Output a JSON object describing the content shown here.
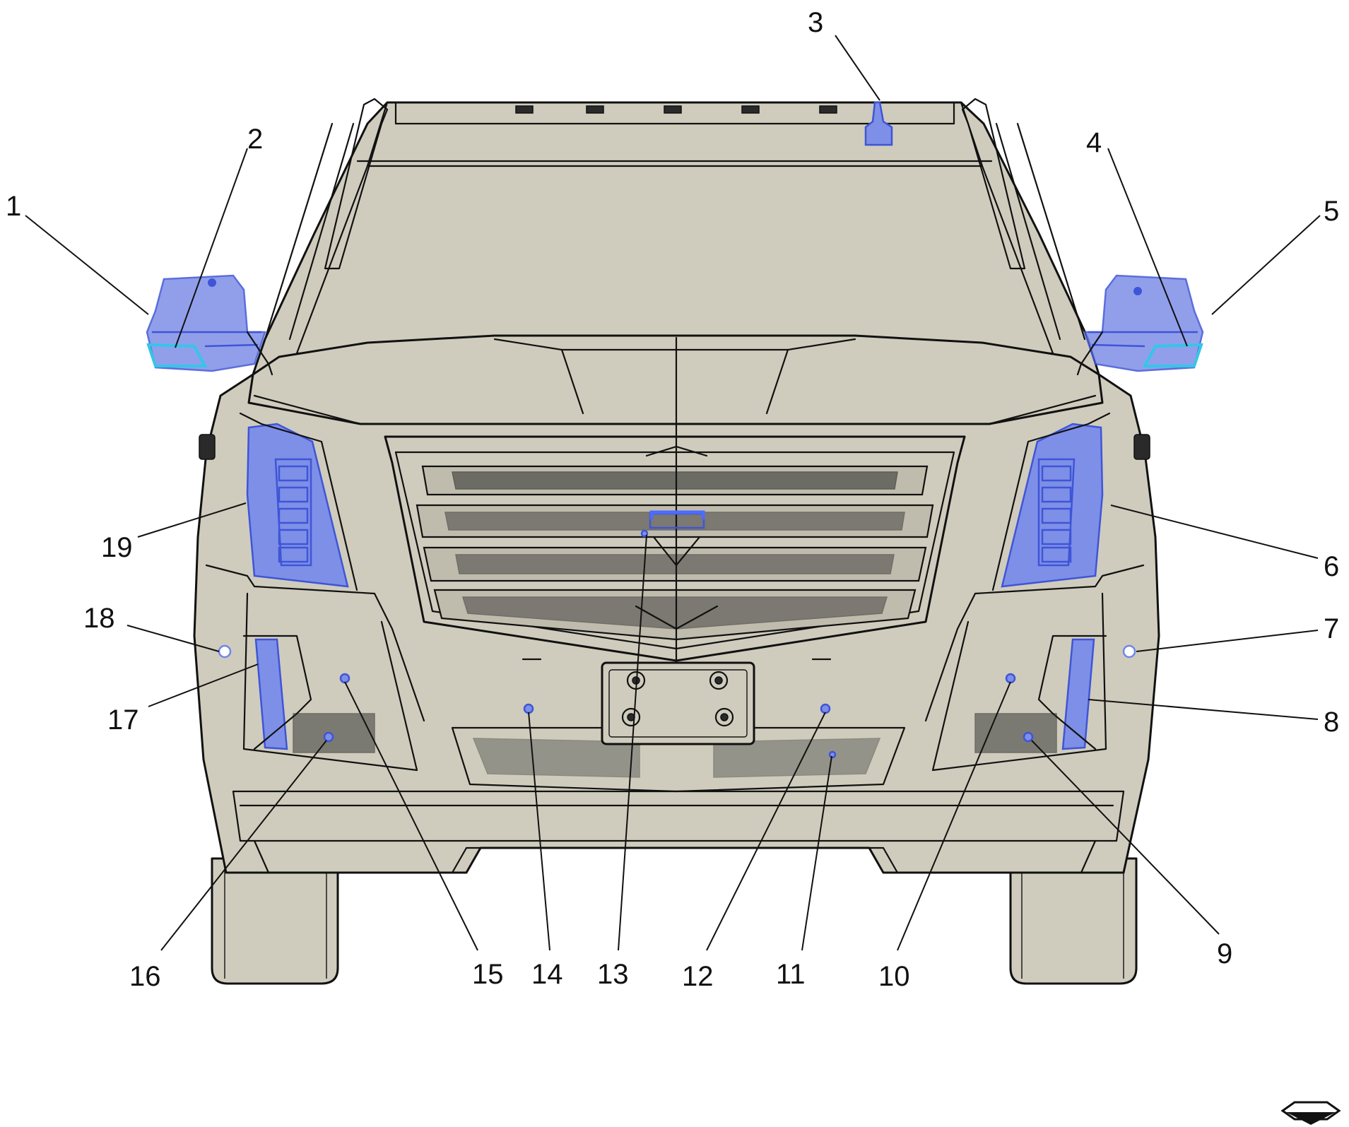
{
  "callouts": [
    {
      "id": "1",
      "label": "1"
    },
    {
      "id": "2",
      "label": "2"
    },
    {
      "id": "3",
      "label": "3"
    },
    {
      "id": "4",
      "label": "4"
    },
    {
      "id": "5",
      "label": "5"
    },
    {
      "id": "6",
      "label": "6"
    },
    {
      "id": "7",
      "label": "7"
    },
    {
      "id": "8",
      "label": "8"
    },
    {
      "id": "9",
      "label": "9"
    },
    {
      "id": "10",
      "label": "10"
    },
    {
      "id": "11",
      "label": "11"
    },
    {
      "id": "12",
      "label": "12"
    },
    {
      "id": "13",
      "label": "13"
    },
    {
      "id": "14",
      "label": "14"
    },
    {
      "id": "15",
      "label": "15"
    },
    {
      "id": "16",
      "label": "16"
    },
    {
      "id": "17",
      "label": "17"
    },
    {
      "id": "18",
      "label": "18"
    },
    {
      "id": "19",
      "label": "19"
    }
  ],
  "colors": {
    "body": "#cfccbd",
    "highlight": "#7e8fe8",
    "highlight_stroke": "#3f55d6",
    "mirror_strip": "#34c6e8"
  },
  "icons": {
    "orientation": "front-arrow-icon"
  }
}
